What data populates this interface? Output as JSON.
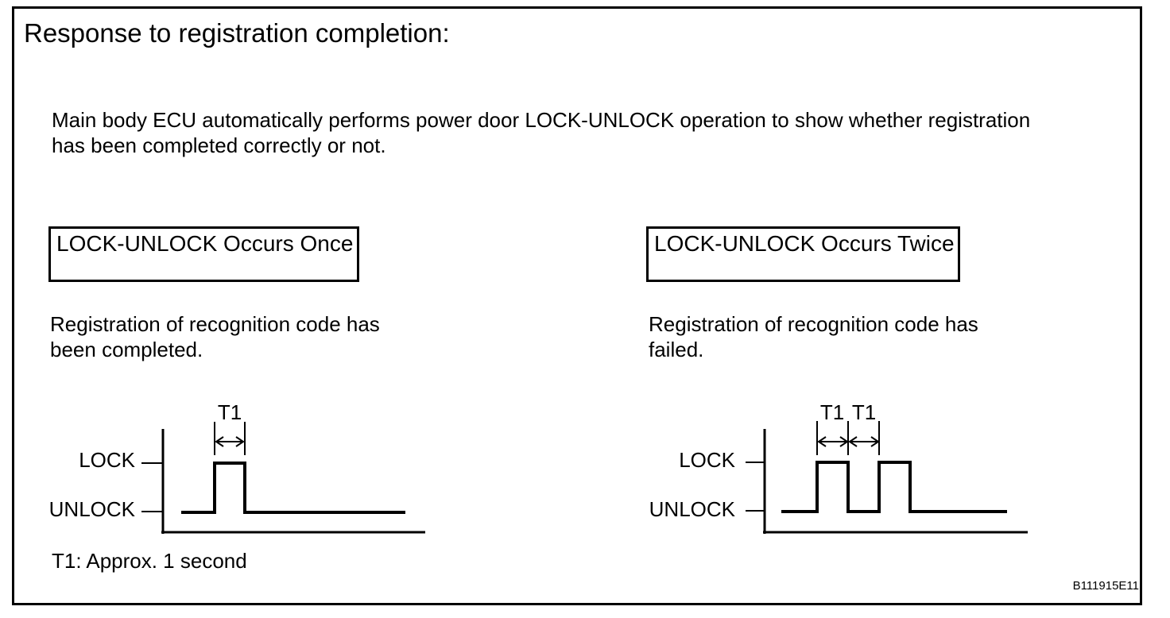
{
  "figure": {
    "title": "Response to registration completion:",
    "description_line1": "Main body ECU automatically performs power door LOCK-UNLOCK operation to show whether registration",
    "description_line2": "has been completed correctly or not.",
    "footnote": "T1: Approx. 1 second",
    "figure_code": "B111915E11",
    "ink_color": "#000000",
    "background_color": "#ffffff"
  },
  "panels": [
    {
      "heading": "LOCK-UNLOCK Occurs Once",
      "caption_line1": "Registration of recognition code has",
      "caption_line2": "been completed.",
      "diagram": {
        "type": "timing-waveform",
        "high_label": "LOCK",
        "low_label": "UNLOCK",
        "pulses": 1,
        "interval_labels": [
          "T1"
        ],
        "interval_meaning": "T1 = width of the single LOCK pulse"
      }
    },
    {
      "heading": "LOCK-UNLOCK Occurs Twice",
      "caption_line1": "Registration of recognition code has",
      "caption_line2": "failed.",
      "diagram": {
        "type": "timing-waveform",
        "high_label": "LOCK",
        "low_label": "UNLOCK",
        "pulses": 2,
        "interval_labels": [
          "T1",
          "T1"
        ],
        "interval_meaning": "first T1 = width of first LOCK pulse, second T1 = gap before second LOCK pulse"
      }
    }
  ]
}
